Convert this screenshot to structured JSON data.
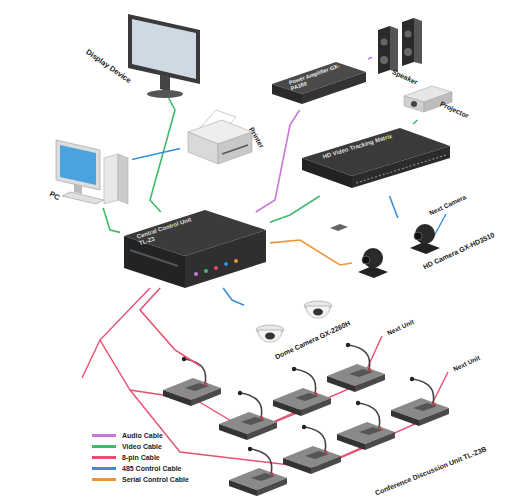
{
  "diagram": {
    "nodes": [
      {
        "text": [
          "Display Device"
        ]
      },
      {
        "text": [
          "Speaker"
        ]
      },
      {
        "text": [
          "Power Amplifier GX-PA160"
        ]
      },
      {
        "text": [
          "Projector"
        ]
      },
      {
        "text": [
          "Printer"
        ]
      },
      {
        "text": [
          "PC"
        ]
      },
      {
        "text": [
          "HD Video Tracking Matrix"
        ]
      },
      {
        "text": [
          "Central Control Unit TL-Z3"
        ]
      },
      {
        "text": [
          "HD Camera GX-HD3510"
        ]
      },
      {
        "text": [
          "Dome Camera GX-2260H"
        ]
      },
      {
        "text": [
          "Conference Discussion Unit TL-Z3B"
        ]
      }
    ],
    "edges": [
      {
        "from": 7,
        "to": 0,
        "arrow": "none"
      },
      {
        "from": 7,
        "to": 2,
        "arrow": "none"
      },
      {
        "from": 2,
        "to": 1,
        "arrow": "none"
      },
      {
        "from": 7,
        "to": 5,
        "arrow": "none"
      },
      {
        "from": 5,
        "to": 4,
        "arrow": "none"
      },
      {
        "from": 7,
        "to": 6,
        "arrow": "none"
      },
      {
        "from": 6,
        "to": 3,
        "arrow": "none"
      },
      {
        "from": 6,
        "to": 8,
        "arrow": "none"
      },
      {
        "from": 7,
        "to": 9,
        "arrow": "none"
      },
      {
        "from": 7,
        "to": 10,
        "arrow": "none"
      },
      {
        "from": 7,
        "to": 8,
        "arrow": "none"
      }
    ],
    "labels": [
      "Next Camera",
      "Next Unit",
      "Next Unit"
    ],
    "legend": [
      {
        "text": "Audio Cable",
        "color": "#c878d8"
      },
      {
        "text": "Video Cable",
        "color": "#3dbb6a"
      },
      {
        "text": "8-pin Cable",
        "color": "#e8506e"
      },
      {
        "text": "485 Control Cable",
        "color": "#3a8ed8"
      },
      {
        "text": "Serial Control Cable",
        "color": "#f0923a"
      }
    ]
  }
}
